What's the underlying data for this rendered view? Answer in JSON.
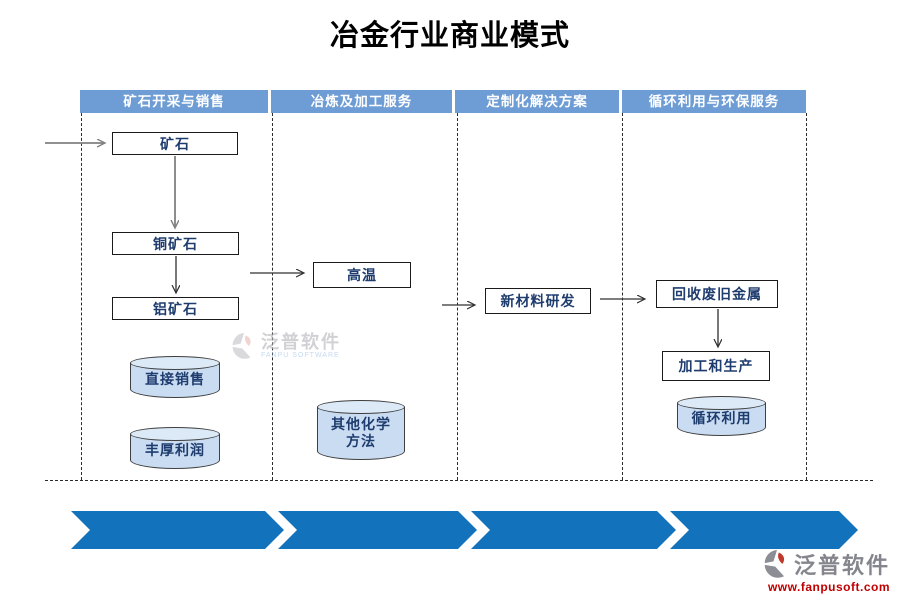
{
  "title": "冶金行业商业模式",
  "lanes": [
    {
      "header": "矿石开采与销售"
    },
    {
      "header": "冶炼及加工服务"
    },
    {
      "header": "定制化解决方案"
    },
    {
      "header": "循环利用与环保服务"
    }
  ],
  "lane1": {
    "ore": "矿石",
    "copper_ore": "铜矿石",
    "aluminum_ore": "铝矿石",
    "direct_sales": "直接销售",
    "rich_profit": "丰厚利润"
  },
  "lane2": {
    "high_temp": "高温",
    "other_chemical": "其他化学\n方法"
  },
  "lane3": {
    "new_material_rd": "新材料研发"
  },
  "lane4": {
    "recycle_metal": "回收废旧金属",
    "processing": "加工和生产",
    "recycling": "循环利用"
  },
  "watermark": {
    "brand": "泛普软件",
    "brand_en": "FANPU SOFTWARE",
    "url": "www.fanpusoft.com"
  },
  "colors": {
    "header_bg": "#6E9CD4",
    "chevron_blue": "#1273BC",
    "node_text_navy": "#1F3C6E",
    "cylinder_fill": "#C9DCF2",
    "url_red": "#C00000"
  }
}
